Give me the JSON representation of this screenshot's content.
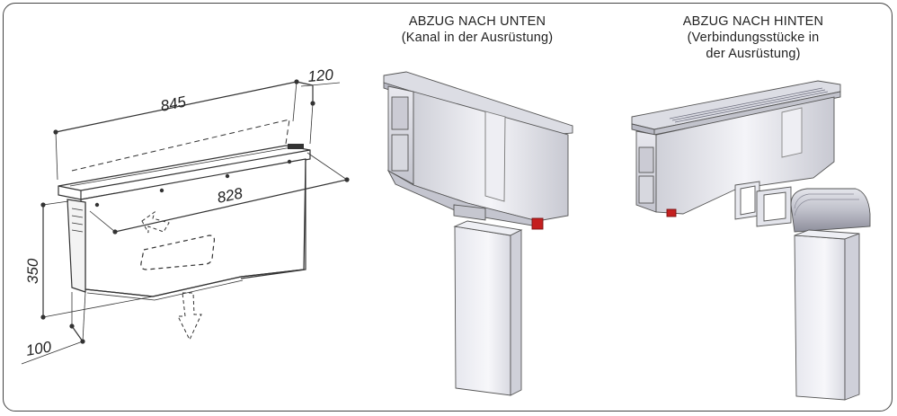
{
  "dimensions": {
    "width": "845",
    "depth": "120",
    "inner_width": "828",
    "height": "350",
    "base_depth": "100"
  },
  "downward": {
    "title": "ABZUG NACH UNTEN",
    "subtitle": "(Kanal in der Ausrüstung)"
  },
  "rear": {
    "title": "ABZUG NACH HINTEN",
    "subtitle_line1": "(Verbindungsstücke in",
    "subtitle_line2": "der Ausrüstung)"
  },
  "colors": {
    "frame": "#444444",
    "line": "#333333",
    "metal_light": "#f2f2f6",
    "metal_mid": "#d6d6de",
    "metal_dark": "#a9a9b5",
    "accent_red": "#c41f1f"
  }
}
